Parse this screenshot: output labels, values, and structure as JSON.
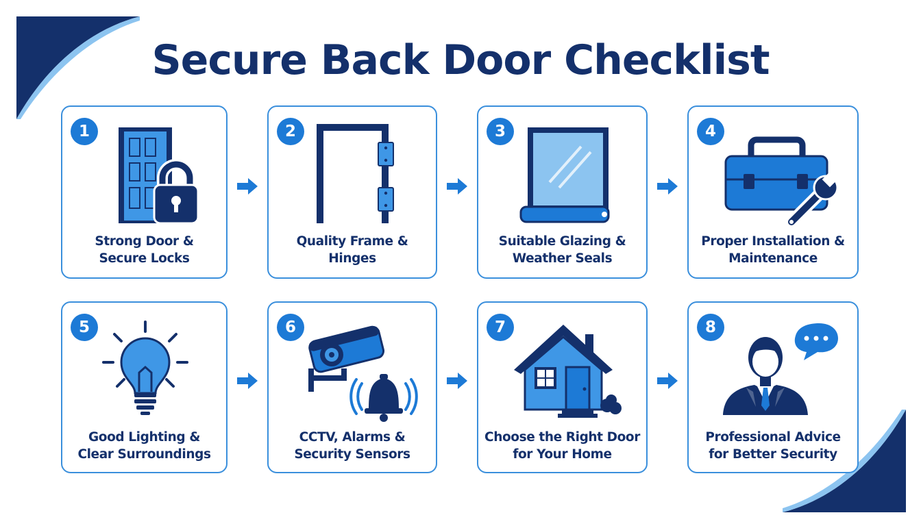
{
  "title": "Secure Back Door Checklist",
  "colors": {
    "navy": "#14306b",
    "blue": "#1d7ad6",
    "light_blue": "#3f97e6",
    "border": "#3a8fdc",
    "pale_blue": "#8cc4f0"
  },
  "steps": [
    {
      "number": "1",
      "icon": "door-lock-icon",
      "label_lines": [
        "Strong Door &",
        "Secure Locks"
      ]
    },
    {
      "number": "2",
      "icon": "door-frame-hinges-icon",
      "label_lines": [
        "Quality Frame &",
        "Hinges"
      ]
    },
    {
      "number": "3",
      "icon": "window-glazing-icon",
      "label_lines": [
        "Suitable Glazing &",
        "Weather Seals"
      ]
    },
    {
      "number": "4",
      "icon": "toolbox-wrench-icon",
      "label_lines": [
        "Proper Installation &",
        "Maintenance"
      ]
    },
    {
      "number": "5",
      "icon": "light-bulb-icon",
      "label_lines": [
        "Good Lighting &",
        "Clear Surroundings"
      ]
    },
    {
      "number": "6",
      "icon": "cctv-alarm-icon",
      "label_lines": [
        "CCTV, Alarms &",
        "Security Sensors"
      ]
    },
    {
      "number": "7",
      "icon": "house-icon",
      "label_lines": [
        "Choose the Right Door",
        "for Your Home"
      ]
    },
    {
      "number": "8",
      "icon": "advisor-chat-icon",
      "label_lines": [
        "Professional Advice",
        "for Better Security"
      ]
    }
  ]
}
